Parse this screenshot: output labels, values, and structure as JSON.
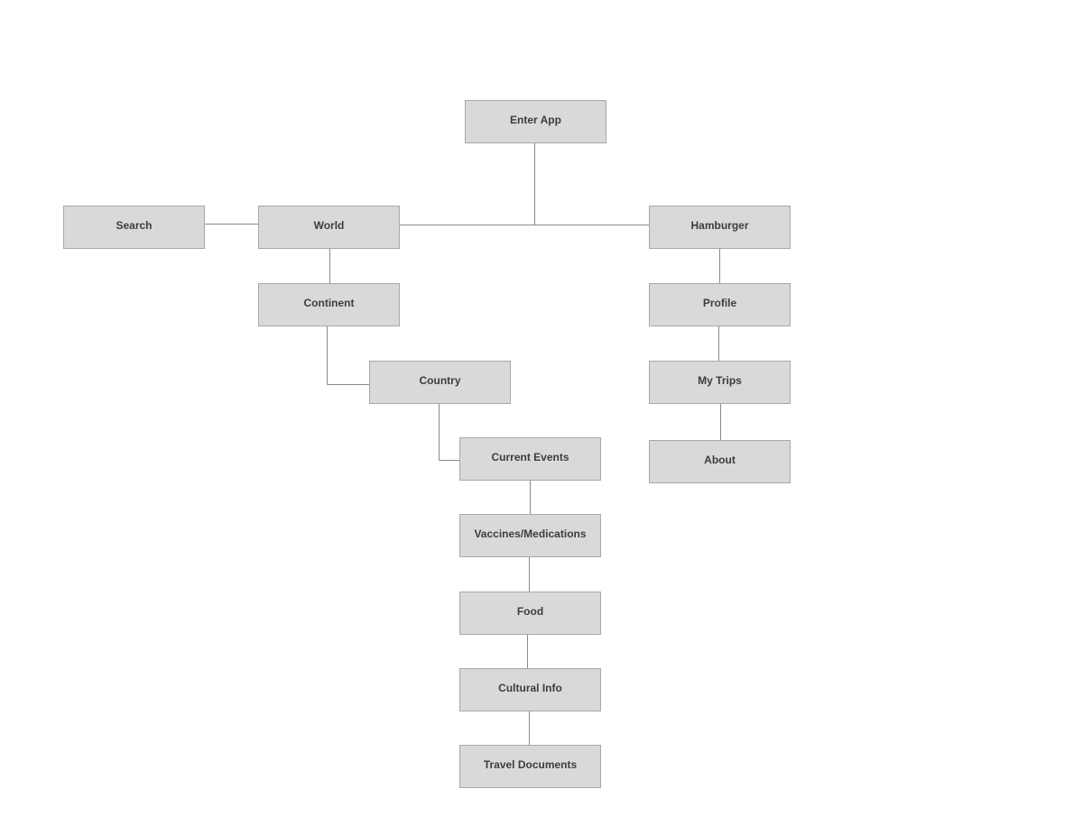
{
  "diagram": {
    "nodes": {
      "enter_app": "Enter App",
      "search": "Search",
      "world": "World",
      "hamburger": "Hamburger",
      "continent": "Continent",
      "profile": "Profile",
      "country": "Country",
      "my_trips": "My Trips",
      "current_events": "Current Events",
      "about": "About",
      "vaccines_medications": "Vaccines/Medications",
      "food": "Food",
      "cultural_info": "Cultural Info",
      "travel_documents": "Travel Documents"
    },
    "colors": {
      "node_fill": "#d9d9d9",
      "node_border": "#a8a8a8",
      "connector": "#8a8a8a",
      "label_text": "#3d3d3d"
    }
  }
}
